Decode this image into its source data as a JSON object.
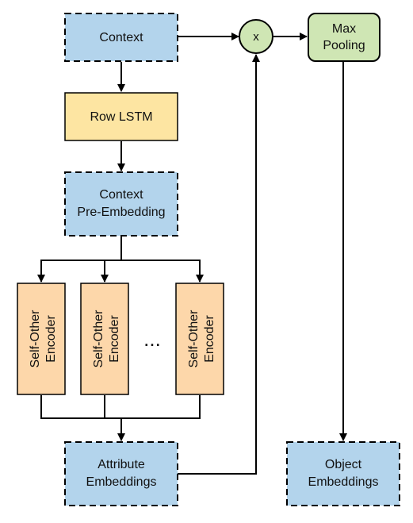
{
  "colors": {
    "blue_fill": "#b3d4ec",
    "yellow_fill": "#fde5a2",
    "orange_fill": "#fdd7aa",
    "green_fill": "#cfe6b4",
    "stroke": "#000000"
  },
  "nodes": {
    "context": {
      "lines": [
        "Context"
      ],
      "style": "dashed",
      "fill": "blue_fill"
    },
    "row_lstm": {
      "lines": [
        "Row LSTM"
      ],
      "style": "solid",
      "fill": "yellow_fill"
    },
    "context_pre_embedding": {
      "lines": [
        "Context",
        "Pre-Embedding"
      ],
      "style": "dashed",
      "fill": "blue_fill"
    },
    "encoder_1": {
      "lines": [
        "Self-Other",
        "Encoder"
      ],
      "style": "solid",
      "fill": "orange_fill"
    },
    "encoder_2": {
      "lines": [
        "Self-Other",
        "Encoder"
      ],
      "style": "solid",
      "fill": "orange_fill"
    },
    "ellipsis": {
      "text": "..."
    },
    "encoder_n": {
      "lines": [
        "Self-Other",
        "Encoder"
      ],
      "style": "solid",
      "fill": "orange_fill"
    },
    "attribute_embeddings": {
      "lines": [
        "Attribute",
        "Embeddings"
      ],
      "style": "dashed",
      "fill": "blue_fill"
    },
    "multiply": {
      "text": "x",
      "fill": "green_fill"
    },
    "max_pooling": {
      "lines": [
        "Max",
        "Pooling"
      ],
      "style": "rounded",
      "fill": "green_fill"
    },
    "object_embeddings": {
      "lines": [
        "Object",
        "Embeddings"
      ],
      "style": "dashed",
      "fill": "blue_fill"
    }
  }
}
